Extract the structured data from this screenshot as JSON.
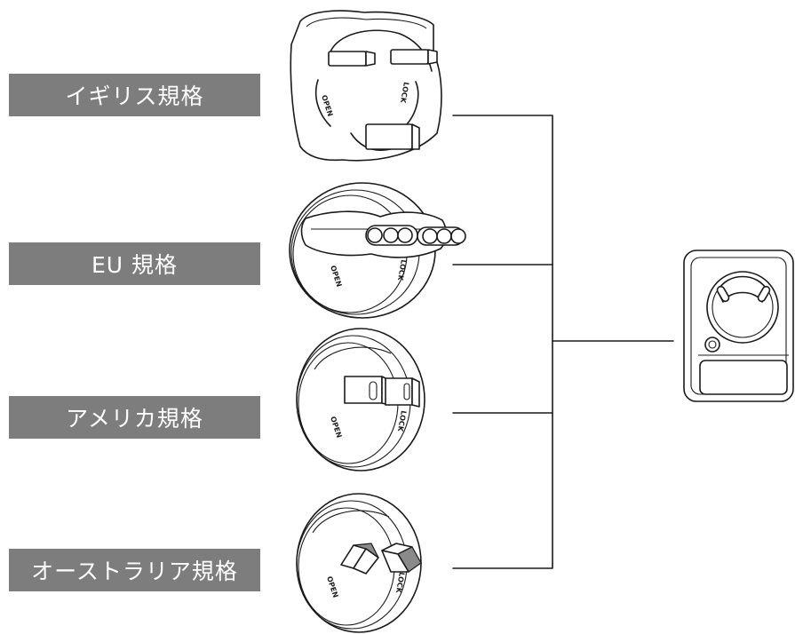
{
  "labels": {
    "uk": "イギリス規格",
    "eu": "EU 規格",
    "us": "アメリカ規格",
    "au": "オーストラリア規格"
  },
  "plug_marks": {
    "open": "OPEN",
    "lock": "LOCK"
  },
  "colors": {
    "label_bg": "#7d7d7d",
    "label_text": "#ffffff",
    "line": "#1a1a1a"
  },
  "icons": [
    "uk-plug-icon",
    "eu-plug-icon",
    "us-plug-icon",
    "au-plug-icon",
    "adapter-base-icon"
  ]
}
